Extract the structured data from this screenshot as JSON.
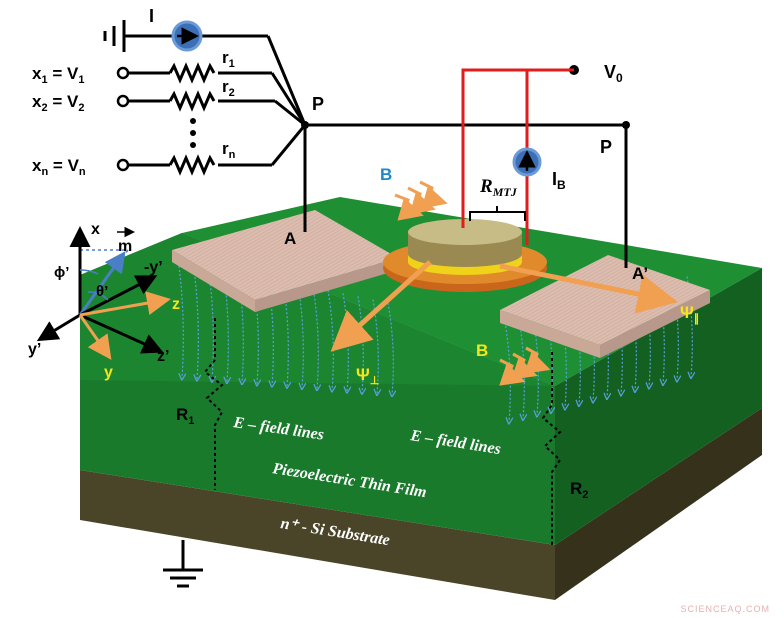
{
  "circuit": {
    "current_source": "I",
    "inputs": [
      {
        "x": "x",
        "sub": "1",
        "v": "V",
        "vsub": "1",
        "r": "r",
        "rsub": "1"
      },
      {
        "x": "x",
        "sub": "2",
        "v": "V",
        "vsub": "2",
        "r": "r",
        "rsub": "2"
      },
      {
        "x": "x",
        "sub": "n",
        "v": "V",
        "vsub": "n",
        "r": "r",
        "rsub": "n"
      }
    ],
    "node_p_left": "P",
    "node_p_right": "P",
    "v0": "V",
    "v0_sub": "0",
    "ib": "I",
    "ib_sub": "B",
    "rmtj": "R",
    "rmtj_sub": "MTJ"
  },
  "device": {
    "b_top": "B",
    "b_bottom": "B",
    "a": "A",
    "a_prime": "A’",
    "psi_perp": "Ψ",
    "psi_perp_sub": "⊥",
    "psi_par": "Ψ",
    "psi_par_sub": "∥",
    "r1": "R",
    "r1_sub": "1",
    "r2": "R",
    "r2_sub": "2",
    "efield_1": "E – field lines",
    "efield_2": "E – field lines",
    "film": "Piezoelectric Thin Film",
    "substrate": "n⁺ - Si Substrate"
  },
  "axes": {
    "x": "x",
    "m": "m",
    "phi": "ϕ’",
    "theta": "θ’",
    "neg_y": "-y’",
    "z": "z",
    "y_prime": "y’",
    "z_prime": "z’",
    "y": "y"
  },
  "watermark": "SCIENCEAQ.COM",
  "colors": {
    "green_top": "#1f8f34",
    "green_front": "#1a7a2c",
    "green_side": "#136021",
    "substrate": "#4a4528",
    "electrode": "#d9b8a8",
    "wire_red": "#e21b1b",
    "arrow_orange": "#f0a050",
    "label_yellow": "#f5e61a",
    "label_blue": "#1e88c8",
    "source_blue": "#3d6fb6"
  }
}
